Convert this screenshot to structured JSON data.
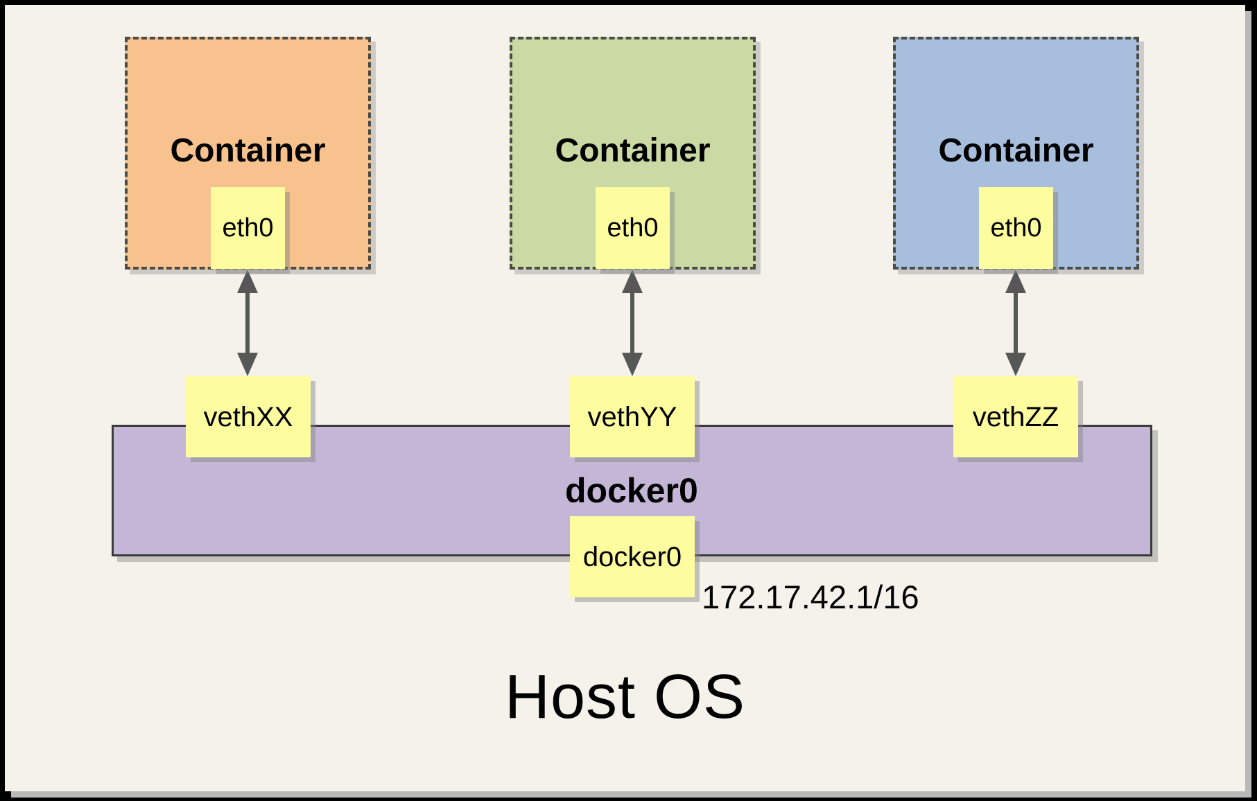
{
  "containers": [
    {
      "label": "Container",
      "eth_label": "eth0",
      "veth_label": "vethXX",
      "fill": "#F7C28E"
    },
    {
      "label": "Container",
      "eth_label": "eth0",
      "veth_label": "vethYY",
      "fill": "#CBDAA4"
    },
    {
      "label": "Container",
      "eth_label": "eth0",
      "veth_label": "vethZZ",
      "fill": "#A8BEDD"
    }
  ],
  "bridge": {
    "label": "docker0",
    "port_label": "docker0",
    "ip": "172.17.42.1/16",
    "fill": "#C3B6D7"
  },
  "host_label": "Host OS",
  "colors": {
    "background": "#F5F2EC",
    "frame": "#000000",
    "panel_shadow": "#B9B9B9",
    "box_yellow": "#FDFC9E",
    "dashed_border": "#4C4C46",
    "bar_border": "#3A3A3A",
    "arrow": "#575757",
    "text": "#000000"
  }
}
